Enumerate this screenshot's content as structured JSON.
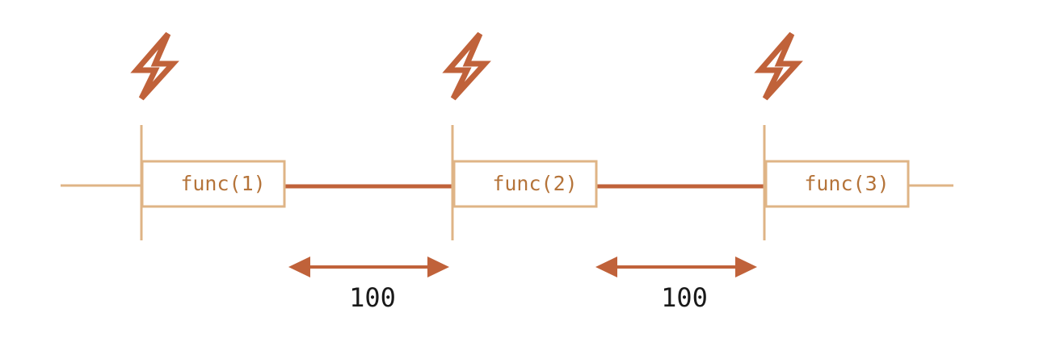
{
  "colors": {
    "light": "#dfb486",
    "dark": "#c0623a",
    "label": "#b5743a",
    "text": "#1a1a1a"
  },
  "calls": [
    {
      "label": "func(1)",
      "icon": "lightning-icon"
    },
    {
      "label": "func(2)",
      "icon": "lightning-icon"
    },
    {
      "label": "func(3)",
      "icon": "lightning-icon"
    }
  ],
  "gaps": [
    {
      "label": "100"
    },
    {
      "label": "100"
    }
  ]
}
